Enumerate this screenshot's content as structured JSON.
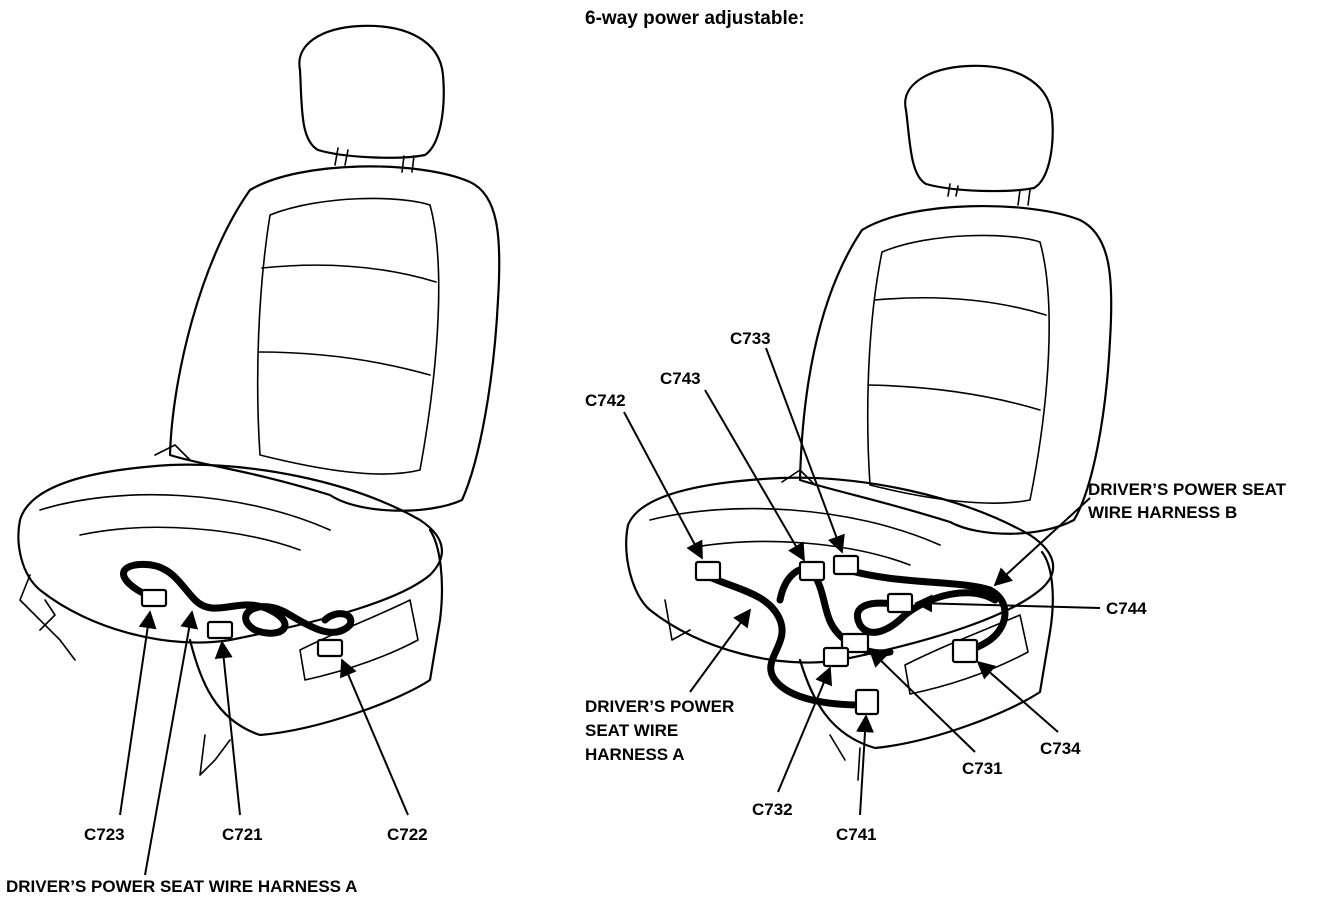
{
  "header": {
    "title": "6-way power adjustable:"
  },
  "left_seat": {
    "connectors": {
      "c723": "C723",
      "c721": "C721",
      "c722": "C722"
    },
    "harness_label": "DRIVER’S POWER SEAT WIRE HARNESS A"
  },
  "right_seat": {
    "connectors": {
      "c733": "C733",
      "c743": "C743",
      "c742": "C742",
      "c744": "C744",
      "c731": "C731",
      "c734": "C734",
      "c732": "C732",
      "c741": "C741"
    },
    "harness_b_label": {
      "line1": "DRIVER’S POWER SEAT",
      "line2": "WIRE HARNESS B"
    },
    "harness_a_label": {
      "line1": "DRIVER’S POWER",
      "line2": "SEAT WIRE",
      "line3": "HARNESS A"
    }
  }
}
